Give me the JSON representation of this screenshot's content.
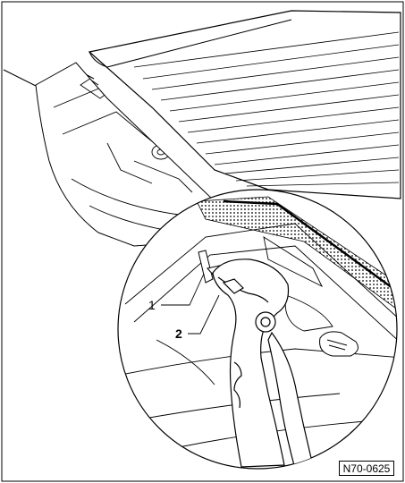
{
  "figure": {
    "callouts": [
      {
        "number": "1",
        "part": "clip"
      },
      {
        "number": "2",
        "part": "pliers"
      }
    ],
    "code": "N70-0625"
  }
}
